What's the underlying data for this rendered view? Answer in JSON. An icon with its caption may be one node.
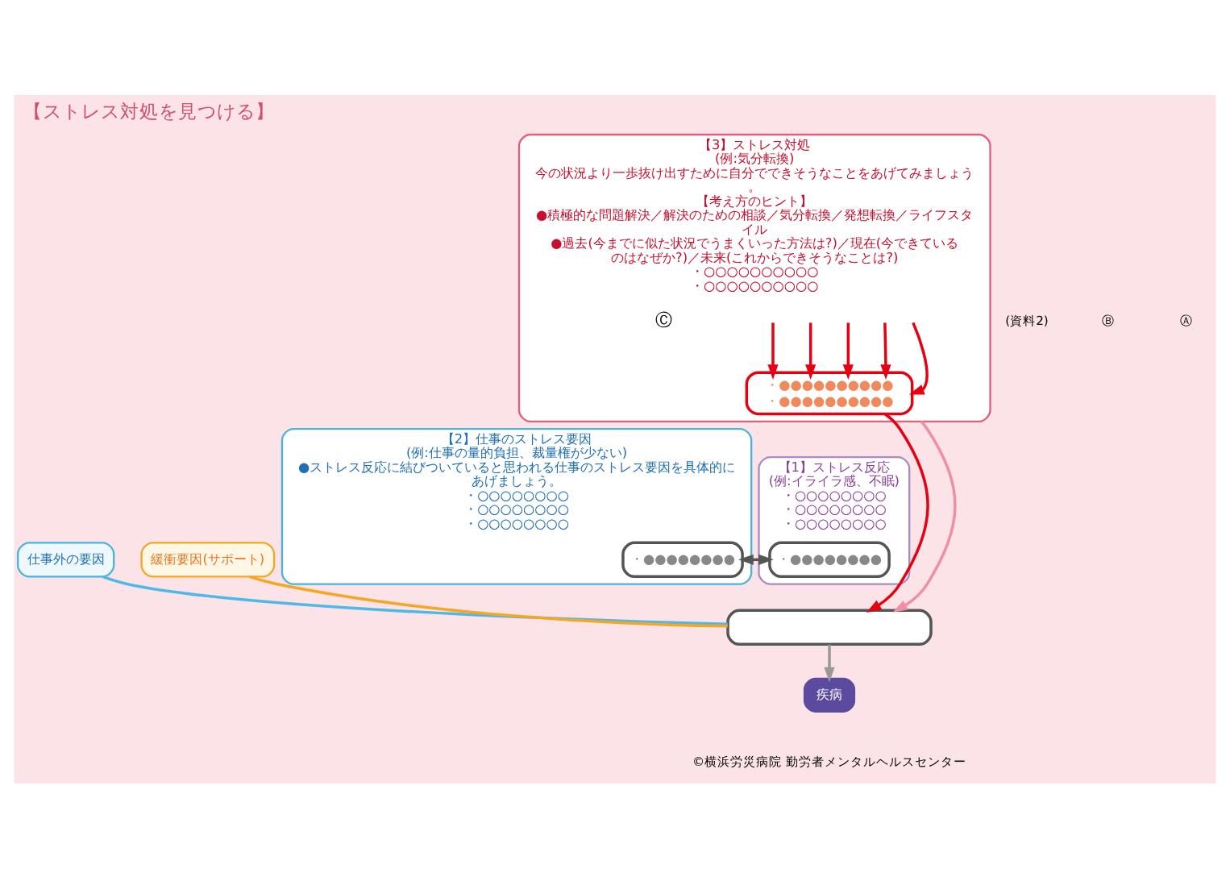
{
  "diagram": {
    "title": "【ストレス対処を見つける】",
    "nodes": [
      {
        "text": [
          "【3】ストレス対処",
          "(例:気分転換)",
          "今の状況より一歩抜け出すために自分でできそうなことをあげてみましょう。",
          "【考え方のヒント】",
          "●積極的な問題解決／解決のための相談／気分転換／発想転換／ライフスタイル",
          "●過去(今までに似た状況でうまくいった方法は?)／現在(今できているのはなぜか?)／未来(これからできそうなことは?)",
          "・○○○○○○○○○○",
          "・○○○○○○○○○○"
        ]
      },
      {
        "text": [
          "・●●●●●●●●●●",
          "・●●●●●●●●●●"
        ],
        "in": 0
      },
      {
        "text": [
          "【2】仕事のストレス要因",
          "(例:仕事の量的負担、裁量権が少ない)",
          "●ストレス反応に結びついていると思われる仕事のストレス要因を具体的にあげましょう。",
          "・○○○○○○○○",
          "・○○○○○○○○",
          "・○○○○○○○○"
        ]
      },
      {
        "text": [
          "・●●●●●●●●"
        ],
        "in": 2
      },
      {
        "text": [
          "【1】ストレス反応",
          "(例:イライラ感、不眠)",
          "・○○○○○○○○",
          "・○○○○○○○○",
          "・○○○○○○○○"
        ]
      },
      {
        "text": [
          "・●●●●●●●●"
        ],
        "in": 4
      },
      {
        "text": [],
        "shape": "box"
      },
      {
        "text": [
          "疾病"
        ]
      },
      {
        "text": [
          "仕事外の要因"
        ]
      },
      {
        "text": [
          "緩衝要因(サポート)"
        ]
      }
    ],
    "edges": [
      {
        "from": null,
        "to": 1,
        "arrow": "to"
      },
      {
        "from": null,
        "to": 1,
        "arrow": "to"
      },
      {
        "from": null,
        "to": 1,
        "arrow": "to"
      },
      {
        "from": null,
        "to": 1,
        "arrow": "to"
      },
      {
        "from": null,
        "to": 1,
        "arrow": "to"
      },
      {
        "from": 1,
        "to": 6,
        "arrow": "to"
      },
      {
        "from": 3,
        "to": 5,
        "arrow": "both",
        "color": "#555555"
      },
      {
        "from": 6,
        "to": 7,
        "arrow": "to",
        "color": "#999999"
      },
      {
        "from": 0,
        "to": 6,
        "arrow": "to",
        "color": "#f08fa3"
      },
      {
        "from": 8,
        "to": 6,
        "arrow": "none",
        "color": "#4fb8e6"
      },
      {
        "from": 9,
        "to": 6,
        "arrow": "none",
        "color": "#f5a623"
      }
    ],
    "labels": [
      "(資料2)",
      "Ⓒ",
      "Ⓑ",
      "Ⓐ",
      "©横浜労災病院 勤労者メンタルヘルスセンター"
    ]
  }
}
